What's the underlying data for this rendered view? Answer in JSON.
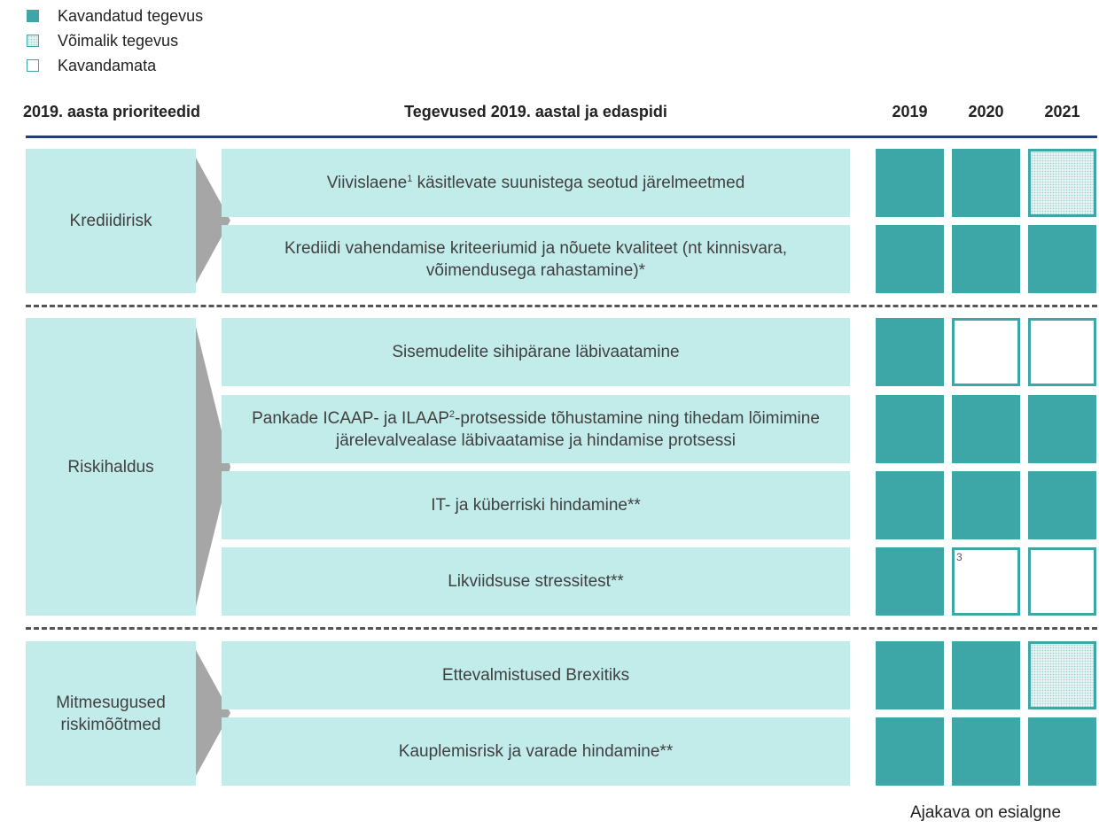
{
  "legend": [
    {
      "label": "Kavandatud tegevus",
      "type": "planned"
    },
    {
      "label": "Võimalik tegevus",
      "type": "possible"
    },
    {
      "label": "Kavandamata",
      "type": "none"
    }
  ],
  "header": {
    "priorities": "2019. aasta prioriteedid",
    "activities": "Tegevused 2019. aastal ja edaspidi",
    "years": [
      "2019",
      "2020",
      "2021"
    ]
  },
  "colors": {
    "accent": "#3da6a6",
    "light": "#c2ecea",
    "header_line": "#1f3a93",
    "arrow": "#a6a6a6"
  },
  "priorities": [
    {
      "label": "Krediidirisk"
    },
    {
      "label": "Riskihaldus"
    },
    {
      "label": "Mitmesugused riskimõõtmed"
    }
  ],
  "activities": [
    {
      "pre": "Viivislaene",
      "sup": "1",
      "post": " käsitlevate suunistega seotud järelmeetmed",
      "status": [
        "planned",
        "planned",
        "possible"
      ]
    },
    {
      "pre": "Krediidi vahendamise kriteeriumid ja nõuete kvaliteet (nt kinnisvara, võimendusega rahastamine)*",
      "sup": "",
      "post": "",
      "status": [
        "planned",
        "planned",
        "planned"
      ]
    },
    {
      "pre": "Sisemudelite sihipärane läbivaatamine",
      "sup": "",
      "post": "",
      "status": [
        "planned",
        "none",
        "none"
      ]
    },
    {
      "pre": "Pankade ICAAP- ja ILAAP",
      "sup": "2",
      "post": "-protsesside tõhustamine ning tihedam lõimimine järelevalvealase läbivaatamise ja hindamise protsessi",
      "status": [
        "planned",
        "planned",
        "planned"
      ]
    },
    {
      "pre": "IT- ja küberriski hindamine**",
      "sup": "",
      "post": "",
      "status": [
        "planned",
        "planned",
        "planned"
      ]
    },
    {
      "pre": "Likviidsuse stressitest**",
      "sup": "",
      "post": "",
      "status": [
        "planned",
        "none",
        "none"
      ],
      "cell_note": "3"
    },
    {
      "pre": "Ettevalmistused Brexitiks",
      "sup": "",
      "post": "",
      "status": [
        "planned",
        "planned",
        "possible"
      ]
    },
    {
      "pre": "Kauplemisrisk ja varade hindamine**",
      "sup": "",
      "post": "",
      "status": [
        "planned",
        "planned",
        "planned"
      ]
    }
  ],
  "note": "Ajakava on esialgne"
}
